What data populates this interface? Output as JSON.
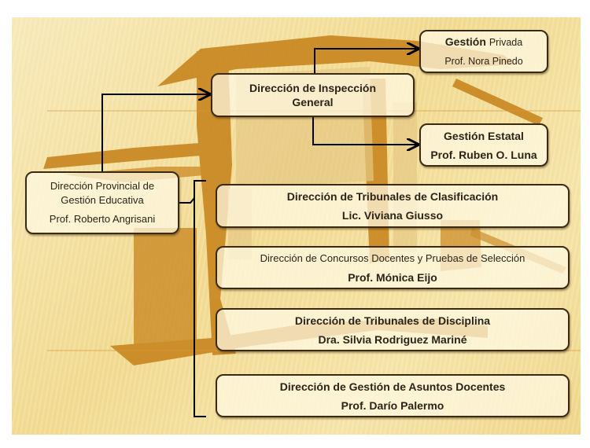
{
  "nodes": {
    "provincial": {
      "title_line1": "Dirección Provincial de",
      "title_line2": "Gestión Educativa",
      "person": "Prof. Roberto Angrisani"
    },
    "inspeccion": {
      "title_line1": "Dirección de Inspección",
      "title_line2": "General"
    },
    "privada": {
      "title_bold": "Gestión",
      "title_rest": "Privada",
      "person": "Prof. Nora Pinedo"
    },
    "estatal": {
      "title": "Gestión Estatal",
      "person": "Prof. Ruben O. Luna"
    },
    "clasificacion": {
      "title": "Dirección de Tribunales de Clasificación",
      "person": "Lic. Viviana Giusso"
    },
    "concursos": {
      "title": "Dirección de Concursos Docentes y Pruebas de Selección",
      "person": "Prof. Mónica Eijo"
    },
    "disciplina": {
      "title": "Dirección de Tribunales de Disciplina",
      "person": "Dra. Silvia Rodriguez Mariné"
    },
    "asuntos": {
      "title": "Dirección de Gestión de Asuntos Docentes",
      "person": "Prof. Darío Palermo"
    }
  },
  "colors": {
    "background": "#f1d98e",
    "decoration": "#c8861f",
    "line": "#000000"
  }
}
